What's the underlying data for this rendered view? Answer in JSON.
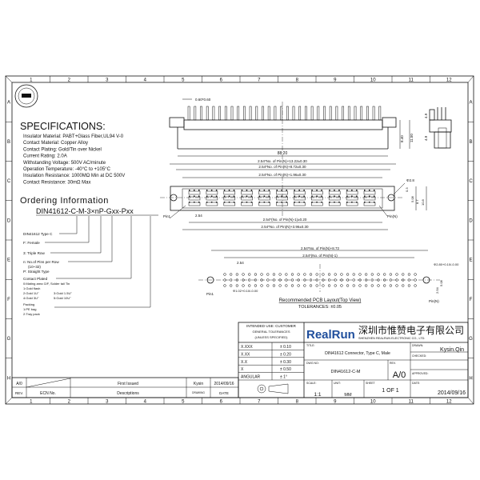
{
  "grid": {
    "columns": [
      "1",
      "2",
      "3",
      "4",
      "5",
      "6",
      "7",
      "8",
      "9",
      "10",
      "11",
      "12"
    ],
    "rows": [
      "A",
      "B",
      "C",
      "D",
      "E",
      "F",
      "G",
      "H"
    ]
  },
  "logo": {
    "text": "RoHS COMPLIANCE"
  },
  "specifications": {
    "title": "SPECIFICATIONS:",
    "lines": [
      "Insulator Material: PABT+Glass Fiber,UL94 V-0",
      "Contact Material: Copper Alloy",
      "Contact Plating: Gold/Tin over Nickel",
      "Current Rating: 2.0A",
      "Withstanding Voltage: 500V AC/minute",
      "Operation Temperature: -40°C to +105°C",
      "Insulation Resistance: 1000MΩ Min at DC 500V",
      "Contact Resistance: 30mΩ Max"
    ]
  },
  "ordering": {
    "title": "Ordering Information",
    "code": "DIN41612-C-M-3×nP-Gxx-Pxx",
    "labels": {
      "type": "DIN41612 Type C",
      "gender": "F: Female",
      "rows": "3: Triple Row",
      "pins": "n: No.of Pins per Row",
      "pins_range": "(10~32)",
      "straight": "P: Straight Type",
      "plated": "Contact Plated",
      "plated0": "0:Mating area G/F, Solder tail Tin",
      "plated1": "1:Gold flash",
      "plated2": "2:Gold 1U\"",
      "plated3": "3:Gold 1.5U\"",
      "plated4": "4:Gold 3U\"",
      "plated5": "5:Gold 10U\"",
      "packing": "Packing",
      "packing1": "1:PE bag",
      "packing2": "2:Tray pack"
    }
  },
  "dimensions": {
    "pin_size": "0.60*0.60",
    "width_total": "88.20",
    "h_840": "8.40",
    "h_1150": "11.50",
    "side_49a": "4.9",
    "side_49b": "4.9",
    "front_d1": "2.54*No. of Pin(N)+13.22±0.30",
    "front_d2": "2.54*No. of Pin(N)+8.72±0.30",
    "front_d3": "2.54*No. of Pin(N)+1.96±0.30",
    "front_d4": "2.54*(No. of Pin(N)-1)±0.20",
    "front_d5": "2.54*No. of Pin(N)+3.96±0.30",
    "front_pitch": "2.54",
    "front_hole": "Φ2.8",
    "front_03": "0.3",
    "front_508": "5.08",
    "front_87": "8.7",
    "front_108": "10.8",
    "pin1": "Pin1",
    "pinN": "Pin(N)",
    "pcb_d1": "2.54*No. of Pin(N)+8.72",
    "pcb_d2": "2.54*(No. of Pin(N)-1)",
    "pcb_pitch": "2.54",
    "pcb_hole_big": "Φ2.80+0.10/-0.00",
    "pcb_hole_small": "Φ1.02+0.10/-0.00",
    "pcb_508": "5.08",
    "pcb_254": "2.54",
    "pcb_pin1": "Pin1",
    "pcb_pinN": "Pin(N)",
    "pcb_caption": "Recommended PCB Layout(Top View)",
    "pcb_tolerance": "TOLERANCES:  ±0.05"
  },
  "title_block": {
    "intended_use": "INTENDED USE: CUSTOMER",
    "general_tol": "GENERAL TOLERANCES",
    "unless": "(UNLESS SPECIFIED)",
    "tolerances": [
      {
        "k": "X.XXX",
        "v": "±  0.10"
      },
      {
        "k": "X.XX",
        "v": "±  0.20"
      },
      {
        "k": "X.X",
        "v": "±  0.30"
      },
      {
        "k": "X",
        "v": "±  0.50"
      },
      {
        "k": "ANGULAR",
        "v": "±  1°"
      }
    ],
    "brand": "RealRun",
    "brand_color": "#1f4e9c",
    "company_cn": "深圳市惟赞电子有限公司",
    "company_en": "SHENZHEN REALRUN ELECTRONIC CO., LTD.",
    "title_label": "TITLE:",
    "title": "DIN41612 Connector, Type C, Male",
    "drawn_label": "DRAWN:",
    "drawn": "Kysin.Qin",
    "checked_label": "CHECKED:",
    "approved_label": "APPROVED:",
    "dwg_label": "DWG NO:",
    "dwg": "DIN41612-C-M",
    "rev_label": "REV.",
    "rev": "A/0",
    "scale_label": "SCALE:",
    "scale": "1:1",
    "unit_label": "UNIT:",
    "unit": "MM",
    "sheet_label": "SHEET",
    "sheet": "1  OF  1",
    "date_label": "DATE:",
    "date": "2014/09/16"
  },
  "revision_block": {
    "rev": "A/0",
    "description": "First Issued",
    "drawing": "Kysin",
    "date": "2014/09/16",
    "h_rev": "REV.",
    "h_ecn": "ECN No.",
    "h_desc": "Descriptions",
    "h_drawing": "DRAWING",
    "h_date": "DATE"
  }
}
